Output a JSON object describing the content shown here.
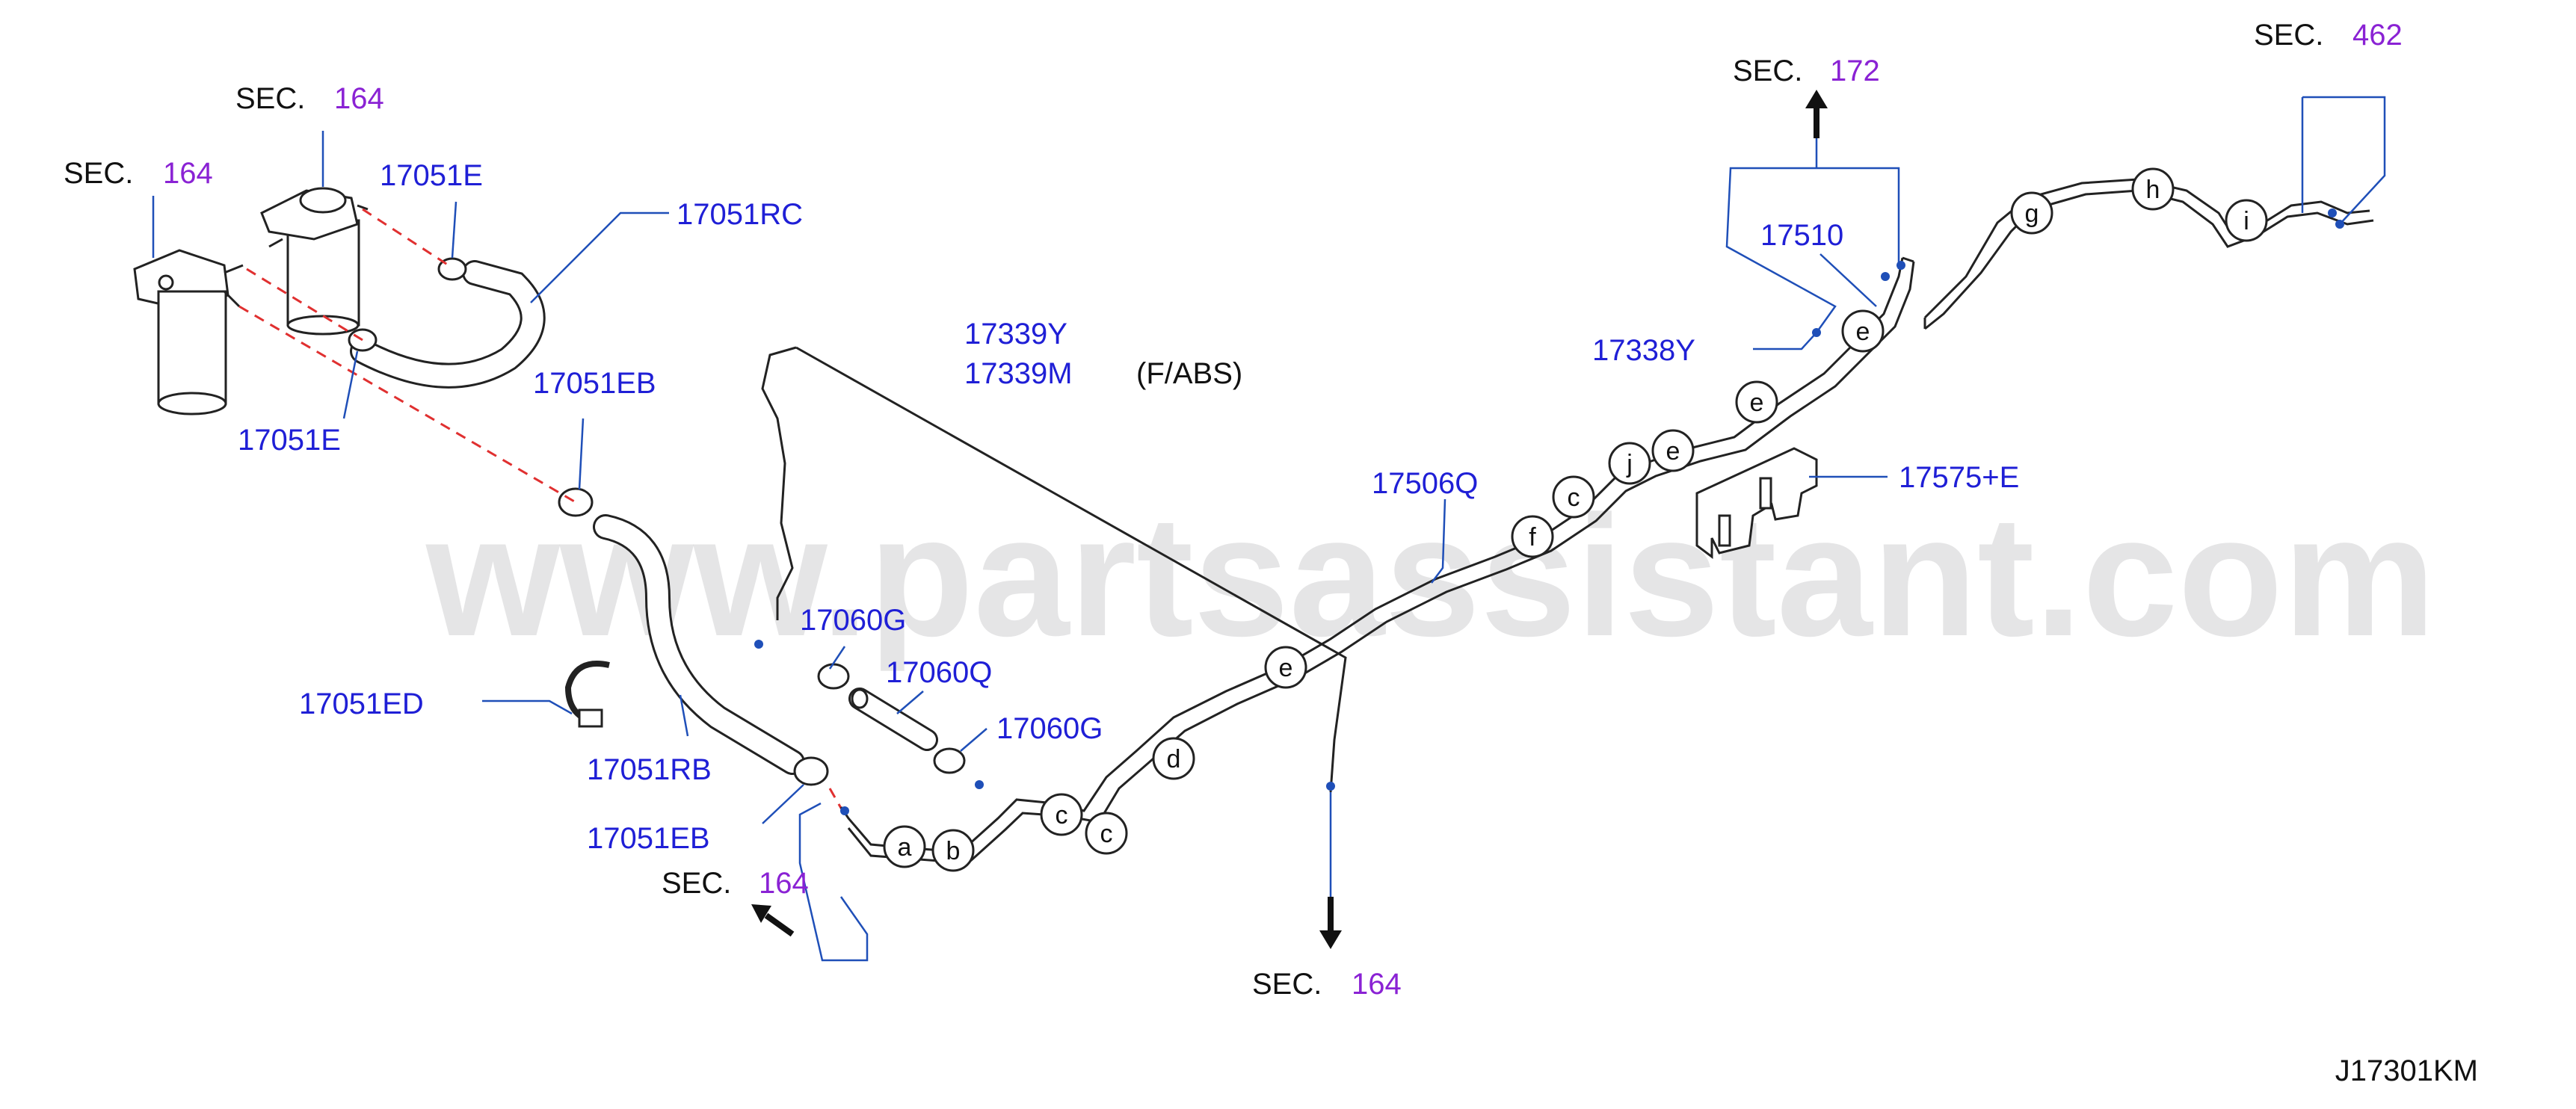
{
  "watermark": "www.partsassistant.com",
  "diagram_code": "J17301KM",
  "note_fabs": "(F/ABS)",
  "sections": [
    {
      "id": "sec-164-a",
      "label": "SEC.",
      "number": "164"
    },
    {
      "id": "sec-164-b",
      "label": "SEC.",
      "number": "164"
    },
    {
      "id": "sec-164-c",
      "label": "SEC.",
      "number": "164"
    },
    {
      "id": "sec-164-d",
      "label": "SEC.",
      "number": "164"
    },
    {
      "id": "sec-172",
      "label": "SEC.",
      "number": "172"
    },
    {
      "id": "sec-462",
      "label": "SEC.",
      "number": "462"
    }
  ],
  "part_numbers": {
    "p17051E_top": "17051E",
    "p17051RC": "17051RC",
    "p17051E_bottom": "17051E",
    "p17051EB_top": "17051EB",
    "p17339Y": "17339Y",
    "p17339M": "17339M",
    "p17060G_top": "17060G",
    "p17060Q": "17060Q",
    "p17060G_right": "17060G",
    "p17051ED": "17051ED",
    "p17051RB": "17051RB",
    "p17051EB_bottom": "17051EB",
    "p17506Q": "17506Q",
    "p17575E": "17575+E",
    "p17510": "17510",
    "p17338Y": "17338Y"
  },
  "callouts": [
    "a",
    "b",
    "c",
    "c",
    "d",
    "e",
    "f",
    "c",
    "j",
    "e",
    "e",
    "e",
    "g",
    "h",
    "i"
  ]
}
